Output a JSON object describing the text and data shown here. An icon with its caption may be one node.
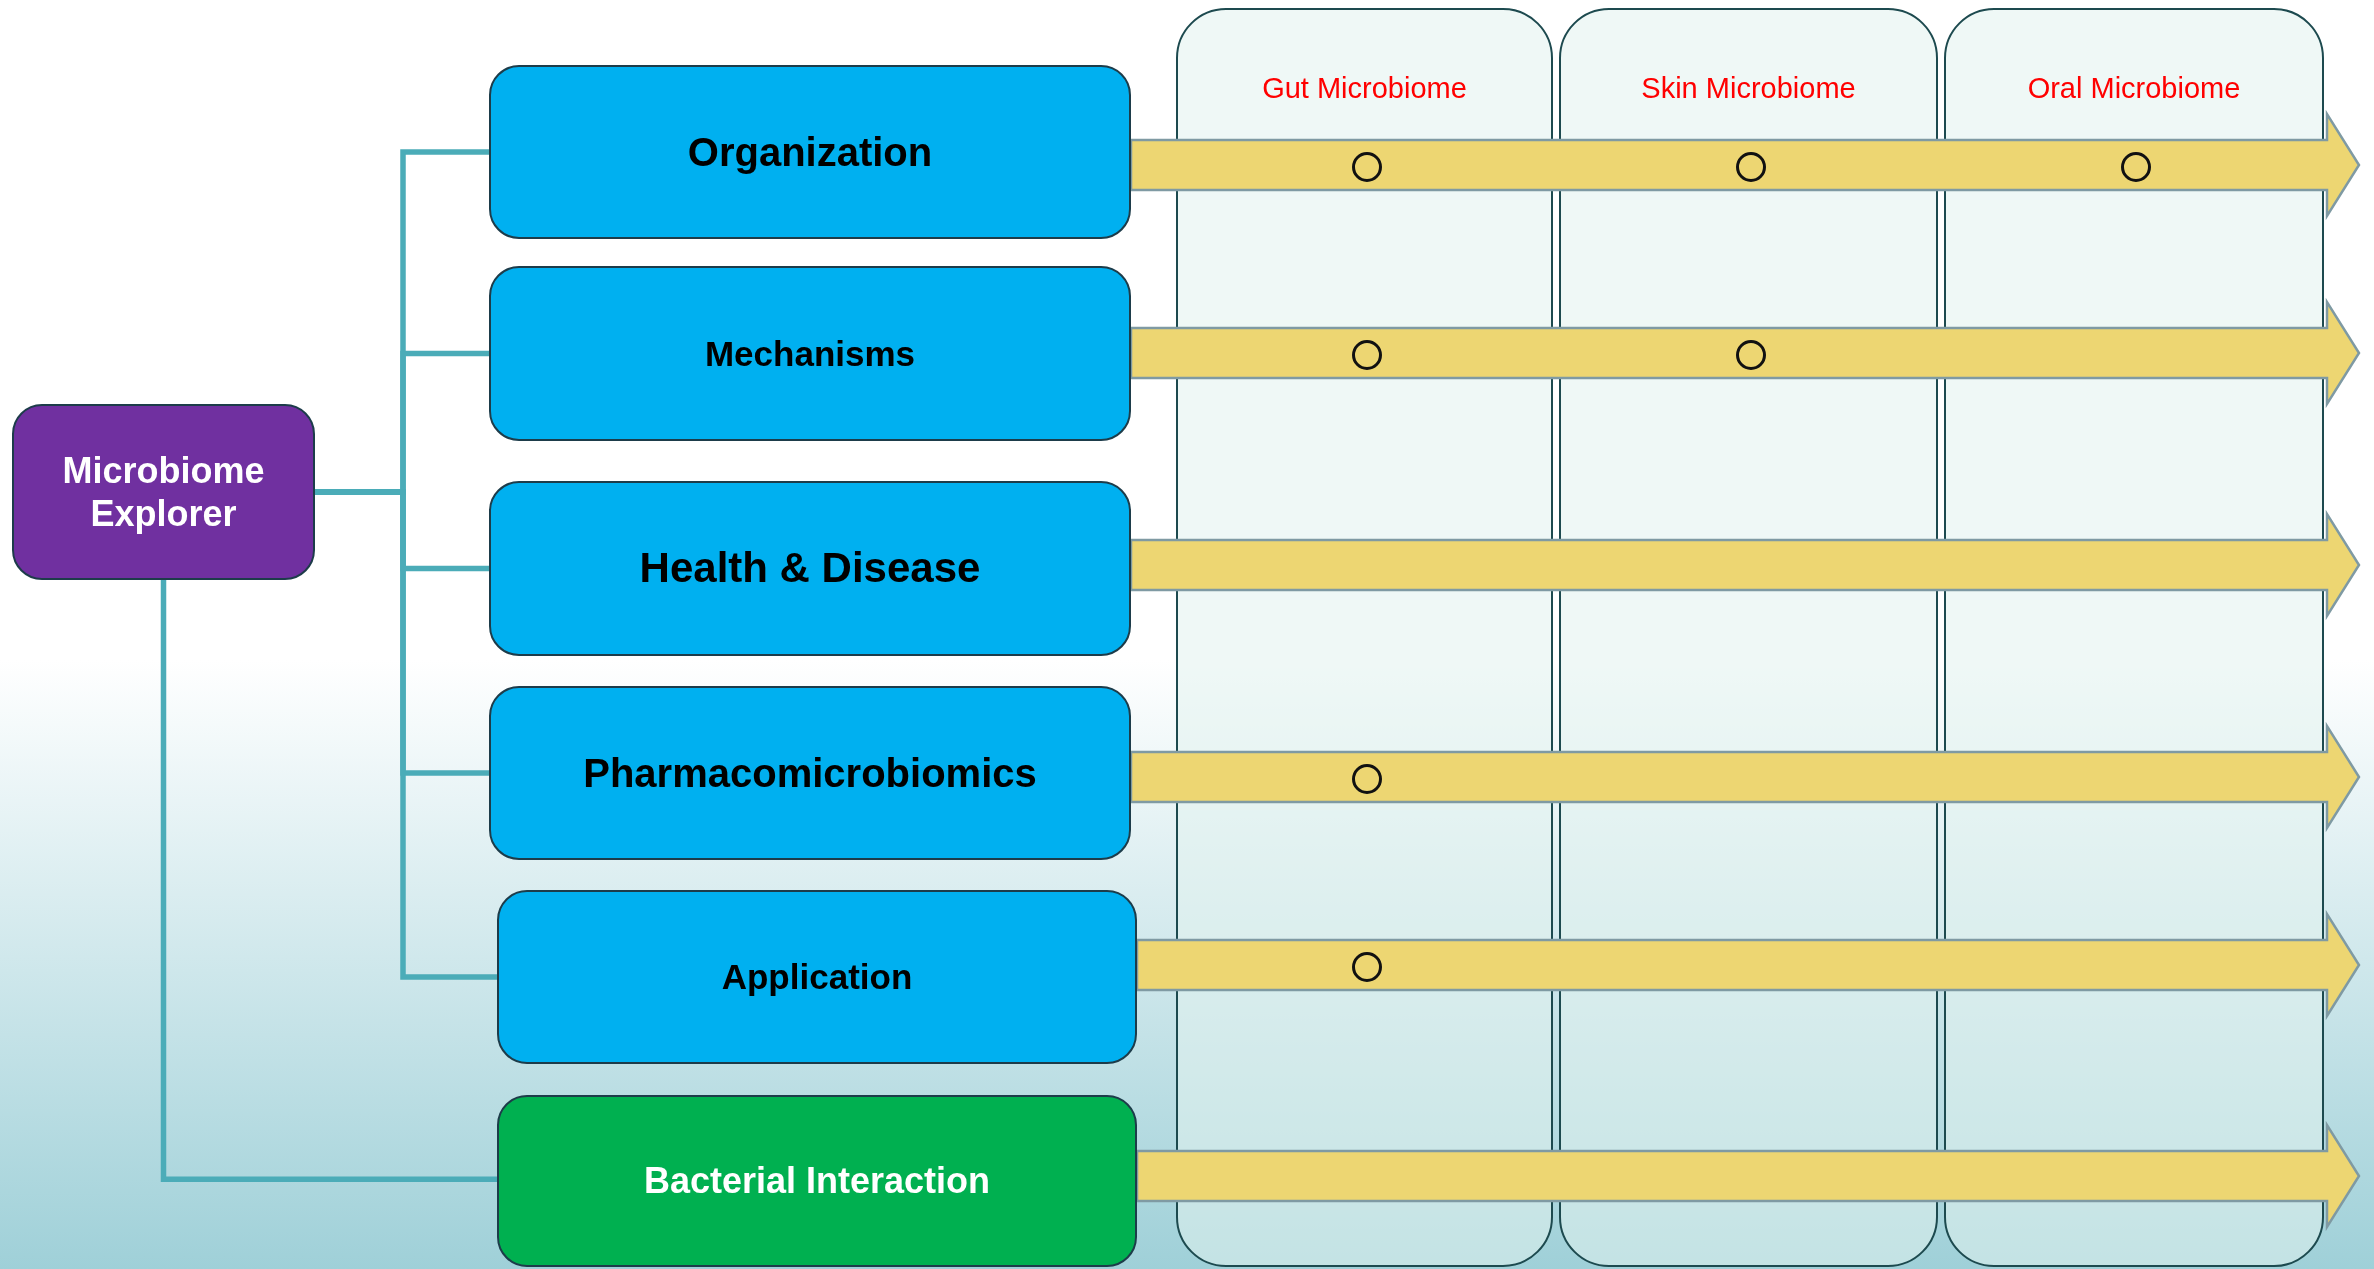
{
  "diagram": {
    "nodes": [
      {
        "text": [
          "Microbiome Explorer"
        ]
      },
      {
        "text": [
          "Organization"
        ]
      },
      {
        "text": [
          "Mechanisms"
        ]
      },
      {
        "text": [
          "Health & Disease"
        ]
      },
      {
        "text": [
          "Pharmacomicrobiomics"
        ]
      },
      {
        "text": [
          "Application"
        ]
      },
      {
        "text": [
          "Bacterial Interaction"
        ]
      },
      {
        "text": [
          "Gut Microbiome"
        ]
      },
      {
        "text": [
          "Skin Microbiome"
        ]
      },
      {
        "text": [
          "Oral Microbiome"
        ]
      },
      {
        "text": [],
        "shape": "circle",
        "in": 7
      },
      {
        "text": [],
        "shape": "circle",
        "in": 8
      },
      {
        "text": [],
        "shape": "circle",
        "in": 9
      },
      {
        "text": [],
        "shape": "circle",
        "in": 7
      },
      {
        "text": [],
        "shape": "circle",
        "in": 8
      },
      {
        "text": [],
        "shape": "circle",
        "in": 7
      },
      {
        "text": [],
        "shape": "circle",
        "in": 7
      }
    ],
    "edges": [
      {
        "from": 0,
        "to": 1,
        "arrow": "none",
        "color": "#4bacb8"
      },
      {
        "from": 0,
        "to": 2,
        "arrow": "none",
        "color": "#4bacb8"
      },
      {
        "from": 0,
        "to": 3,
        "arrow": "none",
        "color": "#4bacb8"
      },
      {
        "from": 0,
        "to": 4,
        "arrow": "none",
        "color": "#4bacb8"
      },
      {
        "from": 0,
        "to": 5,
        "arrow": "none",
        "color": "#4bacb8"
      },
      {
        "from": 0,
        "to": 6,
        "arrow": "none",
        "color": "#4bacb8"
      },
      {
        "from": 1,
        "to": null,
        "arrow": "to",
        "color": "#edd672"
      },
      {
        "from": 2,
        "to": null,
        "arrow": "to",
        "color": "#edd672"
      },
      {
        "from": 3,
        "to": null,
        "arrow": "to",
        "color": "#edd672"
      },
      {
        "from": 4,
        "to": null,
        "arrow": "to",
        "color": "#edd672"
      },
      {
        "from": 5,
        "to": null,
        "arrow": "to",
        "color": "#edd672"
      },
      {
        "from": 6,
        "to": null,
        "arrow": "to",
        "color": "#edd672"
      }
    ]
  }
}
